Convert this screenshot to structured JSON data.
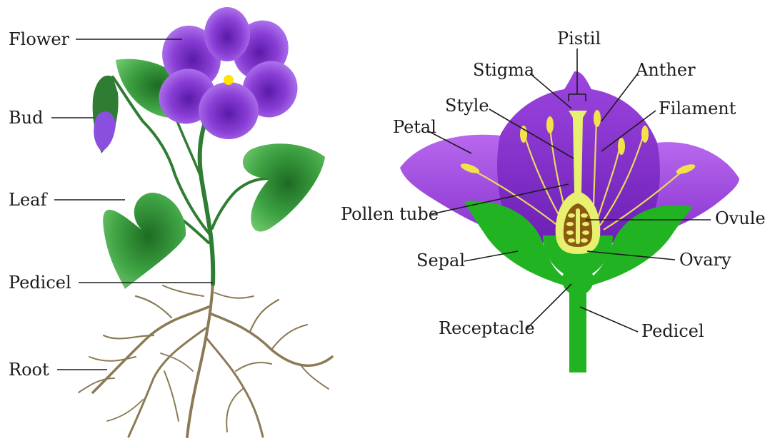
{
  "colors": {
    "petal": "#a94de6",
    "petal_dark": "#6a1fb0",
    "leaf": "#3aa33a",
    "leaf_dark": "#1f6e22",
    "stem": "#2f7d32",
    "root": "#8b7a55",
    "sepal": "#22b322",
    "pistil": "#e8f070",
    "ovary_inner": "#8a5a10",
    "anther": "#f2e24a"
  },
  "left_diagram": {
    "labels": {
      "flower": "Flower",
      "bud": "Bud",
      "leaf": "Leaf",
      "pedicel": "Pedicel",
      "root": "Root"
    }
  },
  "right_diagram": {
    "labels": {
      "pistil": "Pistil",
      "stigma": "Stigma",
      "anther": "Anther",
      "style": "Style",
      "filament": "Filament",
      "petal": "Petal",
      "pollen_tube": "Pollen tube",
      "ovule": "Ovule",
      "sepal": "Sepal",
      "ovary": "Ovary",
      "receptacle": "Receptacle",
      "pedicel": "Pedicel"
    }
  }
}
